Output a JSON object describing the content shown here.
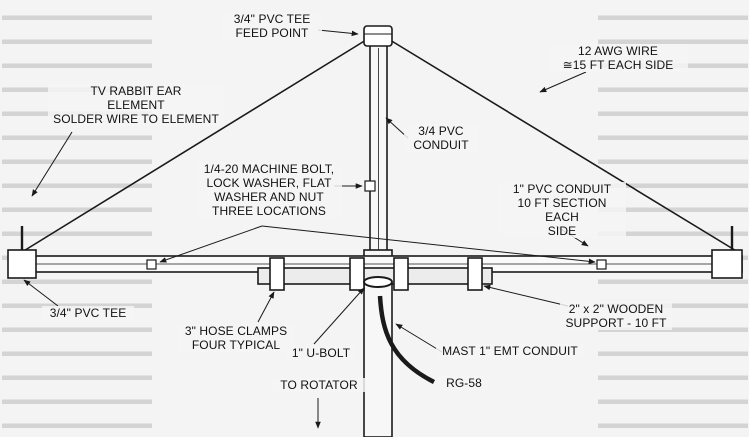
{
  "labels": {
    "feed_point": "3/4\" PVC TEE\nFEED POINT",
    "wire": "12 AWG WIRE\n≅15 FT EACH SIDE",
    "rabbit_ear": "TV RABBIT EAR\nELEMENT\nSOLDER WIRE TO ELEMENT",
    "pvc_conduit_vertical": "3/4 PVC\nCONDUIT",
    "machine_bolt": "1/4-20 MACHINE BOLT,\nLOCK WASHER, FLAT\nWASHER AND NUT\nTHREE LOCATIONS",
    "pvc_conduit_side": "1\" PVC CONDUIT\n10 FT SECTION EACH\nSIDE",
    "pvc_tee_left": "3/4\" PVC TEE",
    "wooden_support": "2\" x 2\" WOODEN\nSUPPORT - 10 FT",
    "hose_clamps": "3\" HOSE CLAMPS\nFOUR TYPICAL",
    "u_bolt": "1\" U-BOLT",
    "mast": "MAST 1\" EMT CONDUIT",
    "coax": "RG-58",
    "rotator": "TO ROTATOR"
  },
  "colors": {
    "ink": "#1a1a1a",
    "paper": "#f4f4f4",
    "faint_text": "#d4d4d4"
  }
}
